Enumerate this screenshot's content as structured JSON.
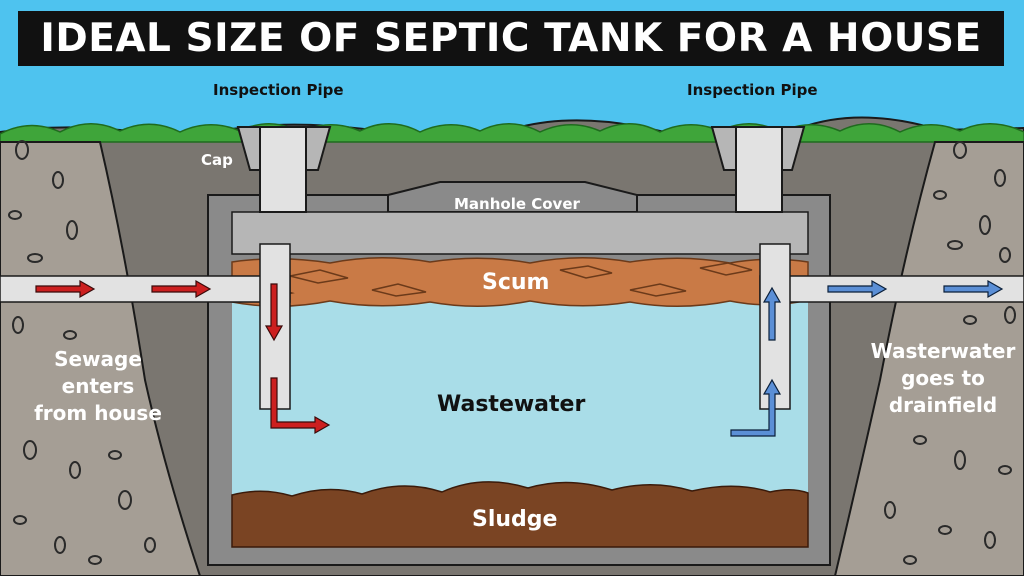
{
  "title": "IDEAL SIZE OF SEPTIC TANK FOR A HOUSE",
  "labels": {
    "inspection_pipe_left": "Inspection Pipe",
    "inspection_pipe_right": "Inspection Pipe",
    "cap": "Cap",
    "manhole_cover": "Manhole Cover",
    "scum": "Scum",
    "wastewater": "Wastewater",
    "sludge": "Sludge",
    "sewage_lines": [
      "Sewage",
      "enters",
      "from house"
    ],
    "drainfield_lines": [
      "Wasterwater",
      "goes to",
      "drainfield"
    ]
  },
  "icons": [
    "inflow-arrow-icon",
    "outflow-arrow-icon",
    "grass-icon",
    "stone-icon"
  ],
  "colors": {
    "sky": "#4ec3ef",
    "title_bg": "#111111",
    "soil": "#7a7670",
    "gravel": "#a59e95",
    "tank_wall": "#8a8a8a",
    "pipe": "#e2e2e2",
    "scum": "#c97a46",
    "wastewater": "#a9dde8",
    "sludge": "#7a4423",
    "inflow_arrow": "#cc1f1f",
    "outflow_arrow": "#5b8fd6",
    "grass": "#3fa53a"
  }
}
